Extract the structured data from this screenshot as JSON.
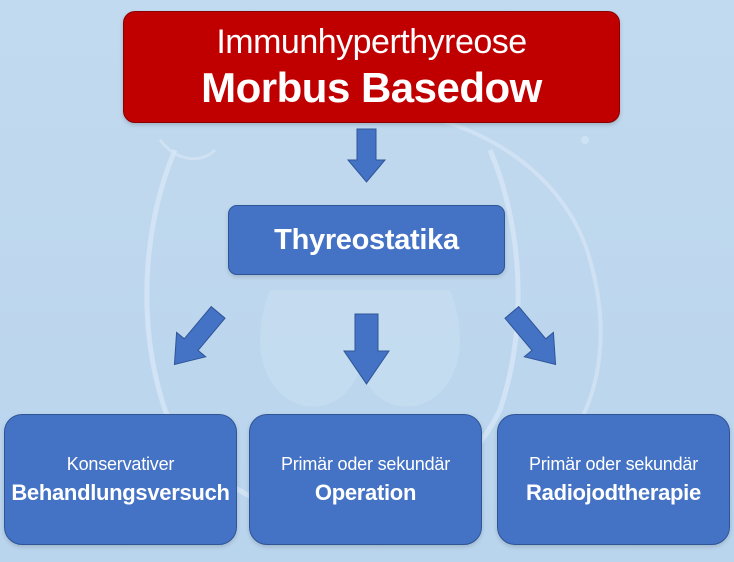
{
  "top": {
    "subtitle": "Immunhyperthyreose",
    "title": "Morbus Basedow"
  },
  "middle": {
    "label": "Thyreostatika"
  },
  "options": [
    {
      "line1": "Konservativer",
      "line2": "Behandlungsversuch"
    },
    {
      "line1": "Primär oder sekundär",
      "line2": "Operation"
    },
    {
      "line1": "Primär oder sekundär",
      "line2": "Radiojodtherapie"
    }
  ],
  "colors": {
    "background": "#bdd7ee",
    "title_box": "#c00000",
    "box": "#4472c4",
    "arrow": "#4472c4",
    "text": "#ffffff"
  },
  "icons": {
    "watermark": "thyroid-outline-icon",
    "arrow": "down-arrow-icon"
  }
}
